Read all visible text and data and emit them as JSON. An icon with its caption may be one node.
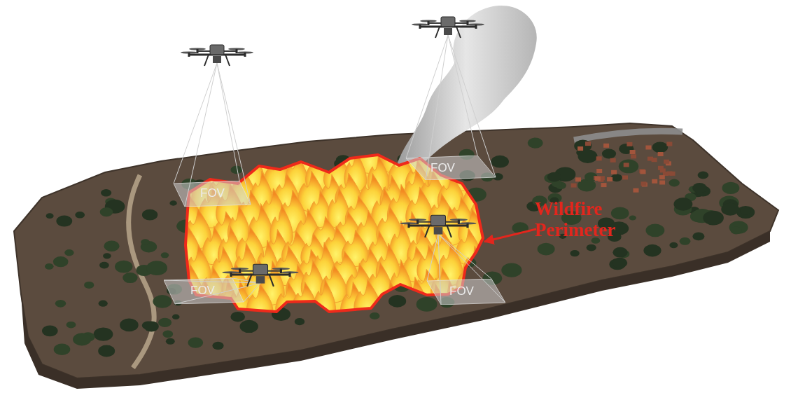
{
  "diagram": {
    "nodes": [
      {
        "text": [
          "FOV"
        ]
      },
      {
        "text": [
          "FOV"
        ]
      },
      {
        "text": [],
        "shape": "picture"
      },
      {
        "text": [
          "Wildfire Perimeter"
        ]
      },
      {
        "text": [
          "FOV"
        ]
      },
      {
        "text": [
          "FOV"
        ]
      }
    ],
    "edges": [
      {
        "from": 3,
        "to": 2,
        "arrow": "to"
      }
    ]
  }
}
